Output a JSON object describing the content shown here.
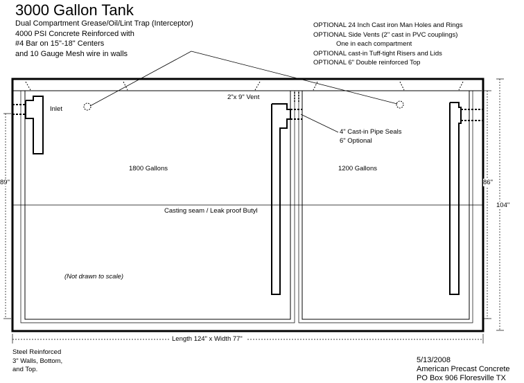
{
  "header": {
    "title": "3000 Gallon Tank",
    "spec_lines": [
      "Dual Compartment Grease/Oil/Lint  Trap (Interceptor)",
      "4000 PSI Concrete Reinforced with",
      " #4 Bar on 15\"-18\" Centers",
      "and 10  Gauge Mesh wire in walls"
    ]
  },
  "options": [
    "OPTIONAL 24 Inch Cast iron Man Holes and Rings",
    "OPTIONAL Side Vents (2\" cast in PVC couplings)",
    "One in each compartment",
    "OPTIONAL cast-in Tuff-tight Risers and Lids",
    "OPTIONAL 6\" Double reinforced Top"
  ],
  "labels": {
    "inlet": "Inlet",
    "vent": "2\"x 9\" Vent",
    "pipe_seals_line1": "4\" Cast-in Pipe Seals",
    "pipe_seals_line2": "6\" Optional",
    "left_capacity": "1800 Gallons",
    "right_capacity": "1200 Gallons",
    "casting_seam": "Casting seam / Leak proof Butyl",
    "not_to_scale": "(Not drawn to scale)",
    "dim_left": "89\"",
    "dim_right_inner": "86\"",
    "dim_right_outer": "104\"",
    "dim_bottom": "Length 124\" x Width 77\""
  },
  "footer": {
    "steel_lines": [
      "Steel Reinforced",
      "3\" Walls, Bottom,",
      "and Top."
    ],
    "date": "5/13/2008",
    "company": "American Precast Concrete",
    "address": "PO Box 906 Floresville TX"
  }
}
